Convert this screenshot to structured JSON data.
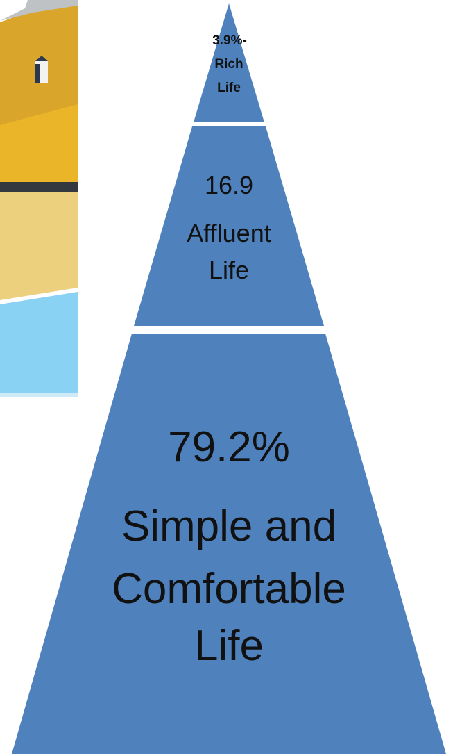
{
  "diagram": {
    "tiers": [
      {
        "lines": [
          "3.9%-",
          "Rich",
          "Life"
        ]
      },
      {
        "lines": [
          "16.9",
          "Affluent",
          "Life"
        ]
      },
      {
        "lines": [
          "79.2%",
          "Simple and",
          "Comfortable",
          "Life"
        ]
      }
    ],
    "colors": {
      "tier_fill": "#4f81bd",
      "divider": "#ffffff",
      "text": "#111111",
      "illustration_gold": "#e6b02a",
      "illustration_band": "#34393f",
      "illustration_sand": "#ecd07d",
      "illustration_water": "#8ad2f4"
    },
    "illustration": {
      "description_icon": "coastal-house-illustration"
    }
  }
}
